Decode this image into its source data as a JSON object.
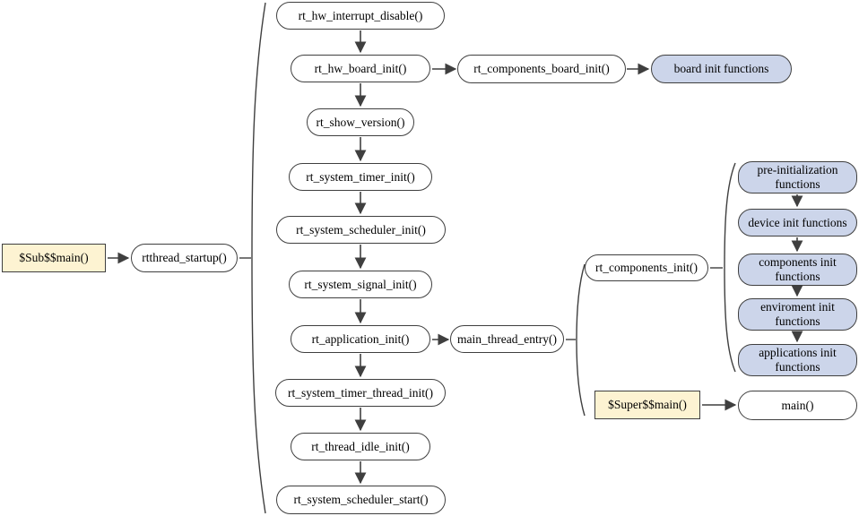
{
  "palette": {
    "node_border": "#3f3f3f",
    "connector": "#3f3f3f",
    "process_fill": "#ffffff",
    "group_fill": "#ccd5ea",
    "entry_fill": "#fdf3d2",
    "text": "#000000"
  },
  "nodes": {
    "sub_main": {
      "label": "$Sub$$main()",
      "kind": "entry"
    },
    "rtthread_startup": {
      "label": "rtthread_startup()",
      "kind": "process"
    },
    "rt_hw_interrupt_disable": {
      "label": "rt_hw_interrupt_disable()",
      "kind": "process"
    },
    "rt_hw_board_init": {
      "label": "rt_hw_board_init()",
      "kind": "process"
    },
    "rt_components_board_init": {
      "label": "rt_components_board_init()",
      "kind": "process"
    },
    "board_init_functions": {
      "label": "board init functions",
      "kind": "group"
    },
    "rt_show_version": {
      "label": "rt_show_version()",
      "kind": "process"
    },
    "rt_system_timer_init": {
      "label": "rt_system_timer_init()",
      "kind": "process"
    },
    "rt_system_scheduler_init": {
      "label": "rt_system_scheduler_init()",
      "kind": "process"
    },
    "rt_system_signal_init": {
      "label": "rt_system_signal_init()",
      "kind": "process"
    },
    "rt_application_init": {
      "label": "rt_application_init()",
      "kind": "process"
    },
    "main_thread_entry": {
      "label": "main_thread_entry()",
      "kind": "process"
    },
    "rt_components_init": {
      "label": "rt_components_init()",
      "kind": "process"
    },
    "pre_initialization_functions": {
      "label": "pre-initialization functions",
      "kind": "group"
    },
    "device_init_functions": {
      "label": "device init functions",
      "kind": "group"
    },
    "components_init_functions": {
      "label": "components init functions",
      "kind": "group"
    },
    "enviroment_init_functions": {
      "label": "enviroment init functions",
      "kind": "group"
    },
    "applications_init_functions": {
      "label": "applications init functions",
      "kind": "group"
    },
    "super_main": {
      "label": "$Super$$main()",
      "kind": "entry"
    },
    "main": {
      "label": "main()",
      "kind": "process"
    },
    "rt_system_timer_thread_init": {
      "label": "rt_system_timer_thread_init()",
      "kind": "process"
    },
    "rt_thread_idle_init": {
      "label": "rt_thread_idle_init()",
      "kind": "process"
    },
    "rt_system_scheduler_start": {
      "label": "rt_system_scheduler_start()",
      "kind": "process"
    }
  },
  "edges": [
    {
      "from": "sub_main",
      "to": "rtthread_startup",
      "style": "arrow"
    },
    {
      "from": "rt_hw_interrupt_disable",
      "to": "rt_hw_board_init",
      "style": "arrow"
    },
    {
      "from": "rt_hw_board_init",
      "to": "rt_components_board_init",
      "style": "arrow"
    },
    {
      "from": "rt_components_board_init",
      "to": "board_init_functions",
      "style": "arrow"
    },
    {
      "from": "rt_hw_board_init",
      "to": "rt_show_version",
      "style": "arrow"
    },
    {
      "from": "rt_show_version",
      "to": "rt_system_timer_init",
      "style": "arrow"
    },
    {
      "from": "rt_system_timer_init",
      "to": "rt_system_scheduler_init",
      "style": "arrow"
    },
    {
      "from": "rt_system_scheduler_init",
      "to": "rt_system_signal_init",
      "style": "arrow"
    },
    {
      "from": "rt_system_signal_init",
      "to": "rt_application_init",
      "style": "arrow"
    },
    {
      "from": "rt_application_init",
      "to": "main_thread_entry",
      "style": "arrow"
    },
    {
      "from": "rt_application_init",
      "to": "rt_system_timer_thread_init",
      "style": "arrow"
    },
    {
      "from": "rt_system_timer_thread_init",
      "to": "rt_thread_idle_init",
      "style": "arrow"
    },
    {
      "from": "rt_thread_idle_init",
      "to": "rt_system_scheduler_start",
      "style": "arrow"
    },
    {
      "from": "pre_initialization_functions",
      "to": "device_init_functions",
      "style": "arrow"
    },
    {
      "from": "device_init_functions",
      "to": "components_init_functions",
      "style": "arrow"
    },
    {
      "from": "components_init_functions",
      "to": "enviroment_init_functions",
      "style": "arrow"
    },
    {
      "from": "enviroment_init_functions",
      "to": "applications_init_functions",
      "style": "arrow"
    },
    {
      "from": "super_main",
      "to": "main",
      "style": "arrow"
    }
  ],
  "braces": [
    {
      "owner": "rtthread_startup",
      "contains": [
        "rt_hw_interrupt_disable",
        "rt_hw_board_init",
        "rt_show_version",
        "rt_system_timer_init",
        "rt_system_scheduler_init",
        "rt_system_signal_init",
        "rt_application_init",
        "rt_system_timer_thread_init",
        "rt_thread_idle_init",
        "rt_system_scheduler_start"
      ]
    },
    {
      "owner": "main_thread_entry",
      "contains": [
        "rt_components_init",
        "super_main"
      ]
    },
    {
      "owner": "rt_components_init",
      "contains": [
        "pre_initialization_functions",
        "device_init_functions",
        "components_init_functions",
        "enviroment_init_functions",
        "applications_init_functions"
      ]
    }
  ]
}
